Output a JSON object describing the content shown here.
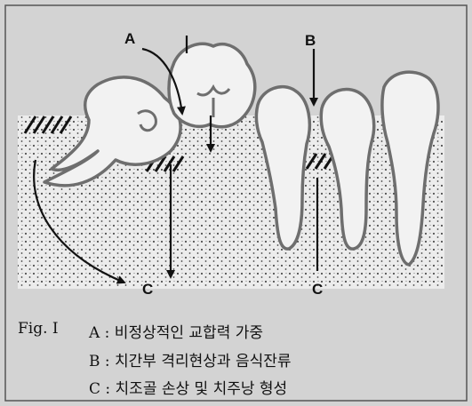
{
  "figure": {
    "labels": {
      "a_top": "A",
      "b_top": "B",
      "c_left": "C",
      "c_right": "C"
    },
    "caption": {
      "fig_label": "Fig. I",
      "lines": [
        {
          "key": "A",
          "text": "A : 비정상적인 교합력 가중"
        },
        {
          "key": "B",
          "text": "B : 치간부 격리현상과 음식잔류"
        },
        {
          "key": "C",
          "text": "C : 치조골 손상 및 치주낭 형성"
        }
      ]
    },
    "colors": {
      "background": "#d3d3d3",
      "bone": "#ececec",
      "tooth_outline": "#6e6e6e",
      "tooth_fill": "#f2f2f2",
      "ink": "#111111"
    }
  }
}
